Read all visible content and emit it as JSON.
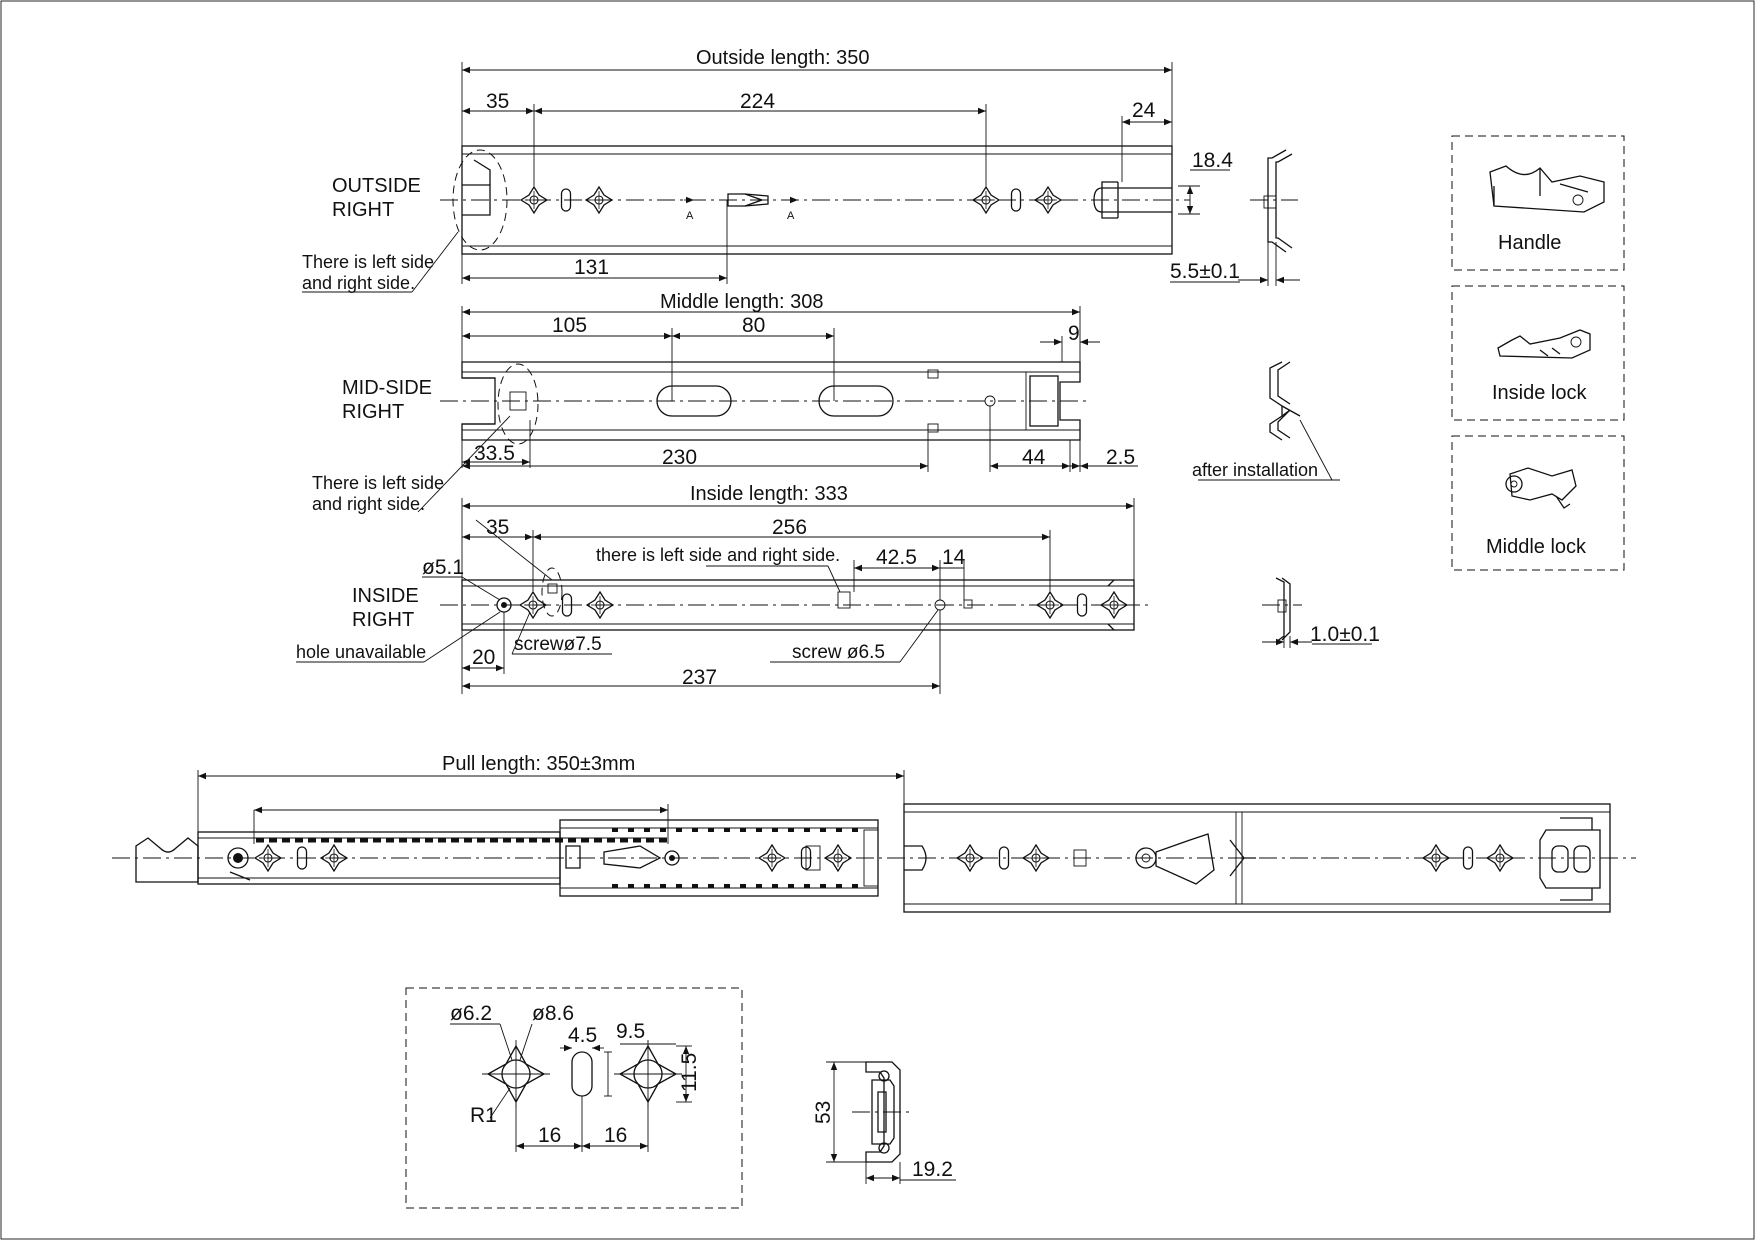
{
  "outside": {
    "length_label": "Outside length: 350",
    "dim_35": "35",
    "dim_224": "224",
    "dim_24": "24",
    "dim_18_4": "18.4",
    "dim_131": "131",
    "dim_5_5": "5.5±0.1",
    "title_line1": "OUTSIDE",
    "title_line2": "RIGHT",
    "note_line1": "There is left side",
    "note_line2": "and right side.",
    "section_mark": "A"
  },
  "middle": {
    "length_label": "Middle length: 308",
    "dim_105": "105",
    "dim_80": "80",
    "dim_9": "9",
    "dim_33_5": "33.5",
    "dim_230": "230",
    "dim_44": "44",
    "dim_2_5": "2.5",
    "title_line1": "MID-SIDE",
    "title_line2": "RIGHT",
    "note_line1": "There is left side",
    "note_line2": "and right side.",
    "after_installation": "after installation"
  },
  "inside": {
    "length_label": "Inside length: 333",
    "dim_35": "35",
    "dim_256": "256",
    "dim_42_5": "42.5",
    "dim_14": "14",
    "dim_5_1": "ø5.1",
    "dim_20": "20",
    "dim_237": "237",
    "dim_1_0": "1.0±0.1",
    "title_line1": "INSIDE",
    "title_line2": "RIGHT",
    "note_side": "there is left side and right side.",
    "hole_unavailable": "hole unavailable",
    "screw_7_5": "screwø7.5",
    "screw_6_5": "screw ø6.5"
  },
  "parts": {
    "handle": "Handle",
    "inside_lock": "Inside lock",
    "middle_lock": "Middle lock"
  },
  "pull": {
    "length_label": "Pull length: 350±3mm"
  },
  "detail": {
    "dim_6_2": "ø6.2",
    "dim_8_6": "ø8.6",
    "dim_4_5": "4.5",
    "dim_9_5": "9.5",
    "dim_11_5": "11.5",
    "dim_r1": "R1",
    "dim_16_a": "16",
    "dim_16_b": "16"
  },
  "profile": {
    "dim_53": "53",
    "dim_19_2": "19.2"
  }
}
